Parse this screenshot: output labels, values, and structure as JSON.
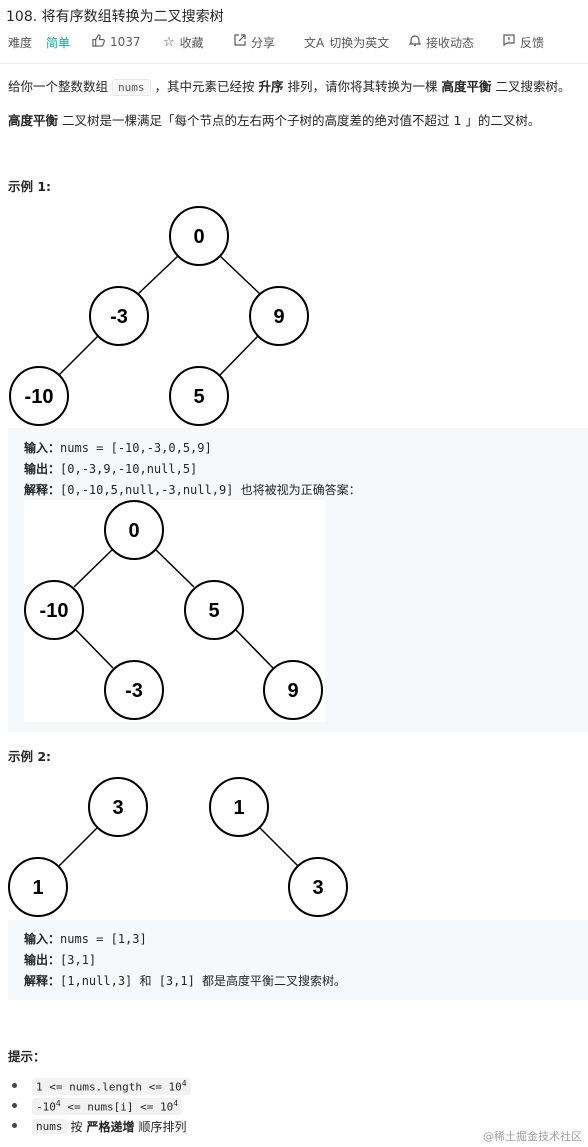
{
  "problem": {
    "title": "108. 将有序数组转换为二叉搜索树"
  },
  "meta": {
    "difficulty_label": "难度",
    "difficulty_value": "简单",
    "likes": "1037",
    "favorite": "收藏",
    "share": "分享",
    "switch_lang": "切换为英文",
    "notifications": "接收动态",
    "feedback": "反馈"
  },
  "description": {
    "p1_pre": "给你一个整数数组",
    "p1_code": "nums",
    "p1_mid": "，其中元素已经按",
    "p1_bold1": "升序",
    "p1_mid2": "排列，请你将其转换为一棵",
    "p1_bold2": "高度平衡",
    "p1_post": "二叉搜索树。",
    "p2_bold": "高度平衡",
    "p2_post": "二叉树是一棵满足「每个节点的左右两个子树的高度差的绝对值不超过 1 」的二叉树。"
  },
  "example1": {
    "heading": "示例 1:",
    "tree_nodes": [
      "0",
      "-3",
      "9",
      "-10",
      "5"
    ],
    "input_label": "输入：",
    "input_value": "nums = [-10,-3,0,5,9]",
    "output_label": "输出：",
    "output_value": "[0,-3,9,-10,null,5]",
    "explain_label": "解释：",
    "explain_value": "[0,-10,5,null,-3,null,9] 也将被视为正确答案：",
    "alt_tree_nodes": [
      "0",
      "-10",
      "5",
      "-3",
      "9"
    ]
  },
  "example2": {
    "heading": "示例 2:",
    "tree_a_nodes": [
      "3",
      "1"
    ],
    "tree_b_nodes": [
      "1",
      "3"
    ],
    "input_label": "输入：",
    "input_value": "nums = [1,3]",
    "output_label": "输出：",
    "output_value": "[3,1]",
    "explain_label": "解释：",
    "explain_value": "[1,null,3] 和 [3,1] 都是高度平衡二叉搜索树。"
  },
  "hints": {
    "heading": "提示：",
    "h1_pre": "1 <= nums.length <= 10",
    "h1_sup": "4",
    "h2_pre": "-10",
    "h2_sup1": "4",
    "h2_mid": " <= nums[i] <= 10",
    "h2_sup2": "4",
    "h3_code": "nums",
    "h3_mid": "按",
    "h3_bold": "严格递增",
    "h3_post": "顺序排列"
  },
  "watermark": "@稀土掘金技术社区",
  "colors": {
    "accent_green": "#00af9b",
    "code_bg": "#f7f8fa",
    "text": "#262626"
  }
}
